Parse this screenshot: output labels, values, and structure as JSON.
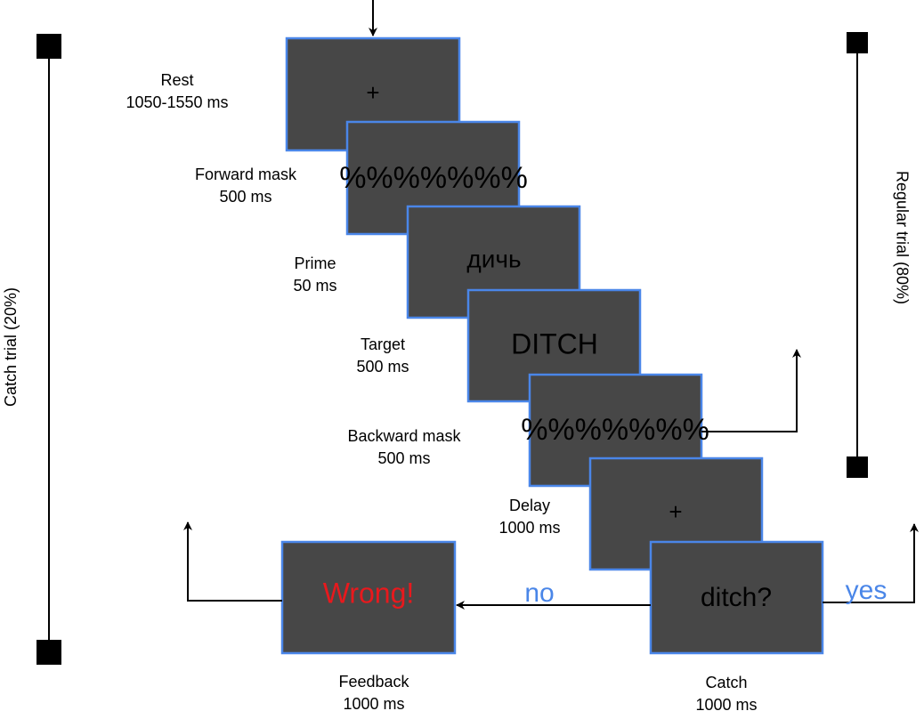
{
  "trial_labels": {
    "catch": "Catch trial (20%)",
    "regular": "Regular trial (80%)"
  },
  "screens": [
    {
      "content": "+",
      "name": "Rest",
      "duration": "1050-1550 ms"
    },
    {
      "content": "%%%%%%%",
      "name": "Forward mask",
      "duration": "500 ms"
    },
    {
      "content": "дичь",
      "name": "Prime",
      "duration": "50 ms"
    },
    {
      "content": "DITCH",
      "name": "Target",
      "duration": "500 ms"
    },
    {
      "content": "%%%%%%%",
      "name": "Backward mask",
      "duration": "500 ms"
    },
    {
      "content": "+",
      "name": "Delay",
      "duration": "1000 ms"
    },
    {
      "content": "ditch?",
      "name": "Catch",
      "duration": "1000 ms"
    },
    {
      "content": "Wrong!",
      "name": "Feedback",
      "duration": "1000 ms"
    }
  ],
  "answers": {
    "no": "no",
    "yes": "yes"
  },
  "colors": {
    "screen_fill": "#474747",
    "screen_border": "#4a86e8",
    "answer_text": "#4a86e8",
    "feedback_text": "#e8191d"
  }
}
